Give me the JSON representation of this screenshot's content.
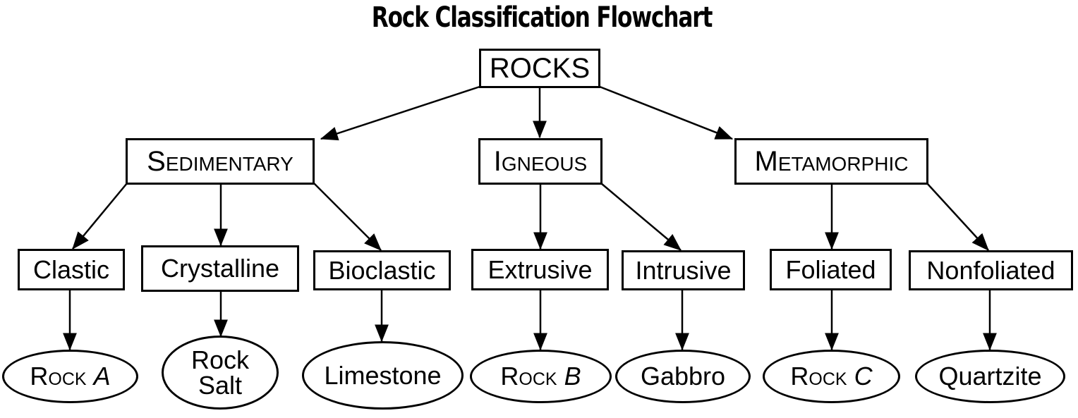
{
  "title": "Rock Classification Flowchart",
  "root": {
    "label": "ROCKS"
  },
  "categories": [
    {
      "label": "Sedimentary"
    },
    {
      "label": "Igneous"
    },
    {
      "label": "Metamorphic"
    }
  ],
  "subtypes": [
    {
      "label": "Clastic"
    },
    {
      "label": "Crystalline"
    },
    {
      "label": "Bioclastic"
    },
    {
      "label": "Extrusive"
    },
    {
      "label": "Intrusive"
    },
    {
      "label": "Foliated"
    },
    {
      "label": "Nonfoliated"
    }
  ],
  "examples": [
    {
      "prefix": "Rock",
      "letter": "A"
    },
    {
      "line1": "Rock",
      "line2": "Salt"
    },
    {
      "label": "Limestone"
    },
    {
      "prefix": "Rock",
      "letter": "B"
    },
    {
      "label": "Gabbro"
    },
    {
      "prefix": "Rock",
      "letter": "C"
    },
    {
      "label": "Quartzite"
    }
  ]
}
